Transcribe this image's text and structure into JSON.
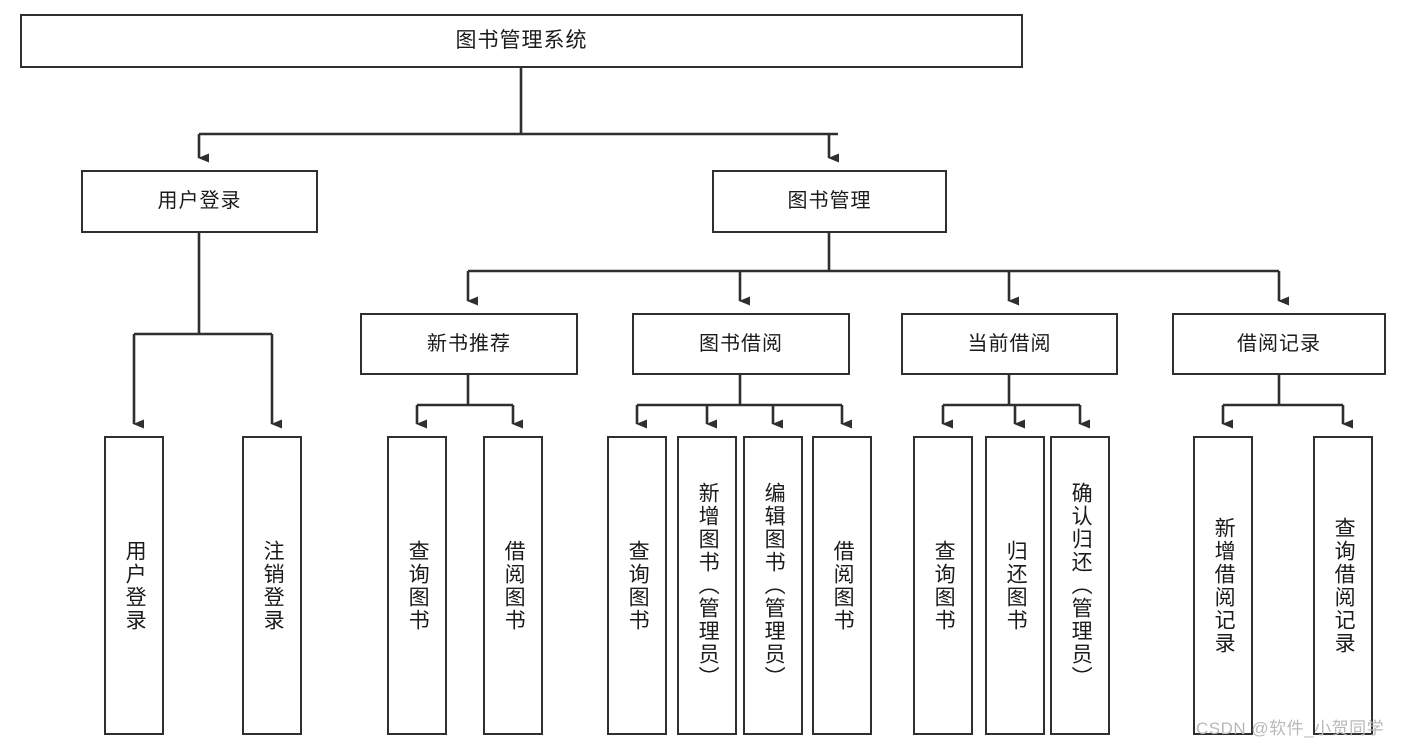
{
  "diagram": {
    "title": "图书管理系统",
    "type": "hierarchy-tree",
    "root": {
      "label": "图书管理系统"
    },
    "level2": [
      {
        "label": "用户登录"
      },
      {
        "label": "图书管理"
      }
    ],
    "level3": [
      {
        "label": "新书推荐"
      },
      {
        "label": "图书借阅"
      },
      {
        "label": "当前借阅"
      },
      {
        "label": "借阅记录"
      }
    ],
    "leaves": {
      "user_login": [
        {
          "label": "用户登录"
        },
        {
          "label": "注销登录"
        }
      ],
      "new_book_recommend": [
        {
          "label": "查询图书"
        },
        {
          "label": "借阅图书"
        }
      ],
      "book_borrow": [
        {
          "label": "查询图书"
        },
        {
          "label": "新增图书（管理员）"
        },
        {
          "label": "编辑图书（管理员）"
        },
        {
          "label": "借阅图书"
        }
      ],
      "current_borrow": [
        {
          "label": "查询图书"
        },
        {
          "label": "归还图书"
        },
        {
          "label": "确认归还（管理员）"
        }
      ],
      "borrow_record": [
        {
          "label": "新增借阅记录"
        },
        {
          "label": "查询借阅记录"
        }
      ]
    }
  },
  "watermark": {
    "text": "CSDN @软件_小贺同学"
  },
  "colors": {
    "background": "#ffffff",
    "node_border": "#2f2f2f",
    "node_fill": "#ffffff",
    "text": "#1b1b1b",
    "connector": "#2f2f2f",
    "watermark": "#b9b9b9"
  }
}
